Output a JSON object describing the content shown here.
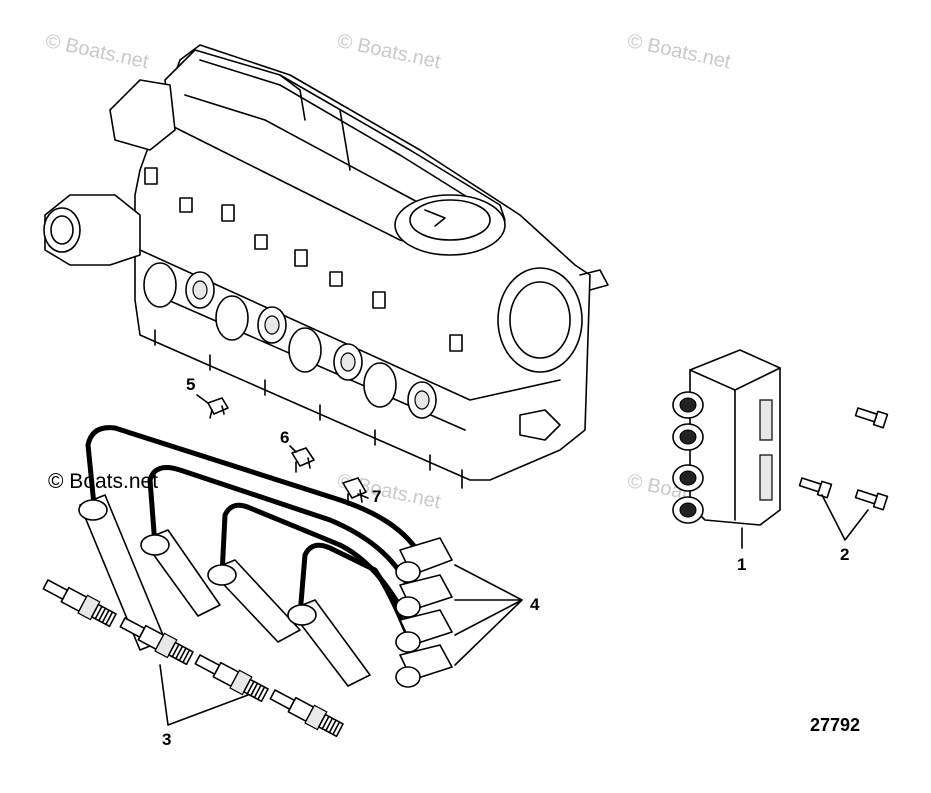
{
  "watermarks": [
    "© Boats.net",
    "© Boats.net",
    "© Boats.net",
    "© Boats.net",
    "© Boats.net"
  ],
  "brand_stamp": "© Boats.net",
  "figure_number": "27792",
  "callouts": [
    "1",
    "2",
    "3",
    "4",
    "5",
    "6",
    "7"
  ],
  "parts": {
    "engine": "cylinder-head-assembly",
    "coil": "ignition-coil-pack",
    "screws": "coil-mounting-screws",
    "plugs": "spark-plugs",
    "wires": "spark-plug-wire-set",
    "clip5": "wire-clip",
    "clip6": "wire-clip",
    "clip7": "wire-clip"
  }
}
